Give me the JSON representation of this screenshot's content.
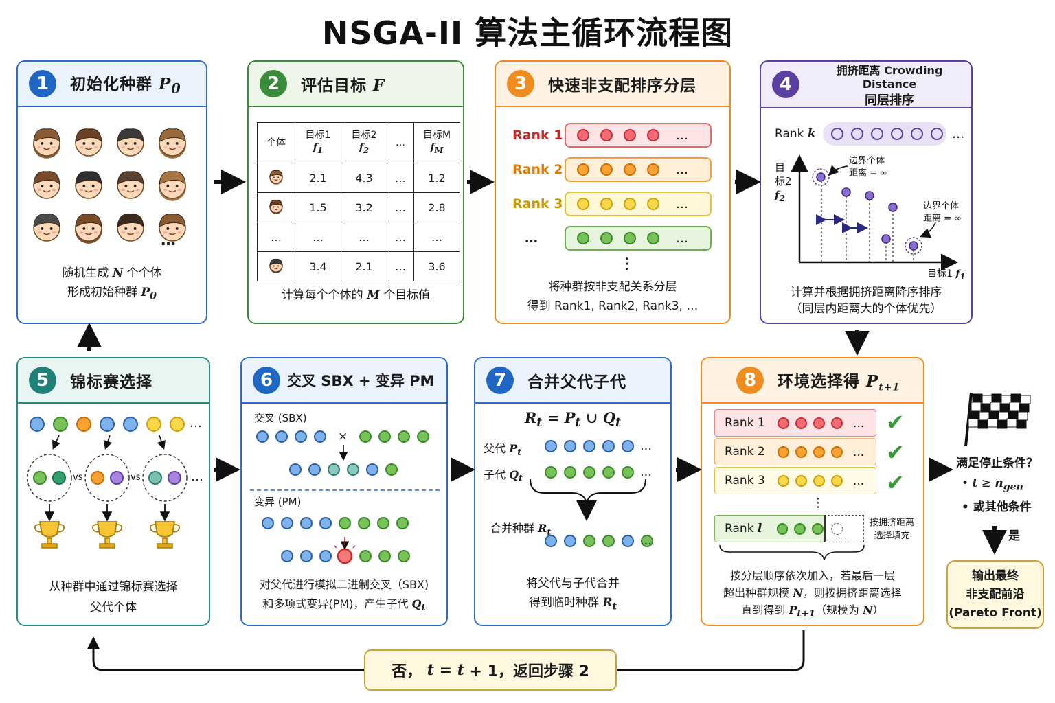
{
  "title": "NSGA-II 算法主循环流程图",
  "p1": {
    "num": "1",
    "title": "初始化种群",
    "title_var": "P",
    "title_sub": "0",
    "more": "…",
    "desc1_a": "随机生成",
    "desc1_var": "N",
    "desc1_b": "个个体",
    "desc2_a": "形成初始种群",
    "desc2_var": "P",
    "desc2_sub": "0"
  },
  "p2": {
    "num": "2",
    "title": "评估目标",
    "title_var": "F",
    "table": {
      "header": [
        "个体",
        "目标1",
        "目标2",
        "…",
        "目标M"
      ],
      "header_vars": [
        "",
        "f",
        "f",
        "",
        "f"
      ],
      "header_subs": [
        "",
        "1",
        "2",
        "",
        "M"
      ],
      "rows": [
        [
          "2.1",
          "4.3",
          "…",
          "1.2"
        ],
        [
          "1.5",
          "3.2",
          "…",
          "2.8"
        ],
        [
          "…",
          "…",
          "…",
          "…"
        ],
        [
          "3.4",
          "2.1",
          "…",
          "3.6"
        ]
      ],
      "row_first": [
        "face",
        "face",
        "…",
        "face"
      ]
    },
    "desc_a": "计算每个个体的",
    "desc_var": "M",
    "desc_b": "个目标值"
  },
  "p3": {
    "num": "3",
    "title": "快速非支配排序分层",
    "ranks": [
      "Rank 1",
      "Rank 2",
      "Rank 3",
      "…"
    ],
    "rank_colors": [
      "#c62828",
      "#e07b00",
      "#c99a00",
      "#222222"
    ],
    "ellipsis": "…",
    "vdots": "⋮",
    "desc1": "将种群按非支配关系分层",
    "desc2": "得到 Rank1, Rank2, Rank3, …"
  },
  "p4": {
    "num": "4",
    "title1": "拥挤距离 Crowding Distance",
    "title2": "同层排序",
    "rank_label": "Rank",
    "rank_var": "k",
    "ellipsis": "…",
    "y_label1": "目",
    "y_label2": "标2",
    "y_var": "f",
    "y_sub": "2",
    "x_label": "目标1",
    "x_var": "f",
    "x_sub": "1",
    "boundary1a": "边界个体",
    "boundary1b": "距离 = ∞",
    "boundary2a": "边界个体",
    "boundary2b": "距离 = ∞",
    "desc1": "计算并根据拥挤距离降序排序",
    "desc2": "（同层内距离大的个体优先）"
  },
  "p5": {
    "num": "5",
    "title": "锦标赛选择",
    "vs": "vs",
    "ellipsis": "…",
    "desc1": "从种群中通过锦标赛选择",
    "desc2": "父代个体"
  },
  "p6": {
    "num": "6",
    "title": "交叉 SBX + 变异 PM",
    "sec1": "交叉 (SBX)",
    "cross": "×",
    "sec2": "变异 (PM)",
    "desc1": "对父代进行模拟二进制交叉（SBX)",
    "desc2_a": "和多项式变异(PM)，产生子代",
    "desc2_var": "Q",
    "desc2_sub": "t"
  },
  "p7": {
    "num": "7",
    "title": "合并父代子代",
    "eq_r": "R",
    "eq_t": "t",
    "eq_eq": "=",
    "eq_p": "P",
    "eq_union": "∪",
    "eq_q": "Q",
    "parent": "父代",
    "parent_var": "P",
    "child": "子代",
    "child_var": "Q",
    "merged": "合并种群",
    "merged_var": "R",
    "sub_t": "t",
    "ellipsis": "…",
    "desc1_a": "将父代与子代合并",
    "desc2_a": "得到临时种群",
    "desc2_var": "R",
    "desc2_sub": "t"
  },
  "p8": {
    "num": "8",
    "title": "环境选择得",
    "title_var": "P",
    "title_sub": "t+1",
    "ranks": [
      "Rank 1",
      "Rank 2",
      "Rank 3"
    ],
    "rank_l": "Rank",
    "rank_l_var": "l",
    "check": "✔",
    "vdots": "⋮",
    "ellipsis": "…",
    "fill1": "按拥挤距离",
    "fill2": "选择填充",
    "desc1": "按分层顺序依次加入，若最后一层",
    "desc2_a": "超出种群规模",
    "desc2_var": "N",
    "desc2_b": "，则按拥挤距离选择",
    "desc3_a": "直到得到",
    "desc3_var": "P",
    "desc3_sub": "t+1",
    "desc3_b": "（规模为",
    "desc3_var2": "N",
    "desc3_c": "）"
  },
  "stop": {
    "question": "满足停止条件？",
    "cond1_var": "t",
    "cond1_op": "≥",
    "cond1_n": "n",
    "cond1_sub": "gen",
    "cond2": "或其他条件",
    "yes": "是",
    "bullet": "•"
  },
  "output": {
    "line1": "输出最终",
    "line2": "非支配前沿",
    "line3": "(Pareto Front)"
  },
  "loop": {
    "a": "否，",
    "var": "t",
    "eq": "=",
    "var2": "t",
    "rest": "+ 1，返回步骤 2"
  }
}
